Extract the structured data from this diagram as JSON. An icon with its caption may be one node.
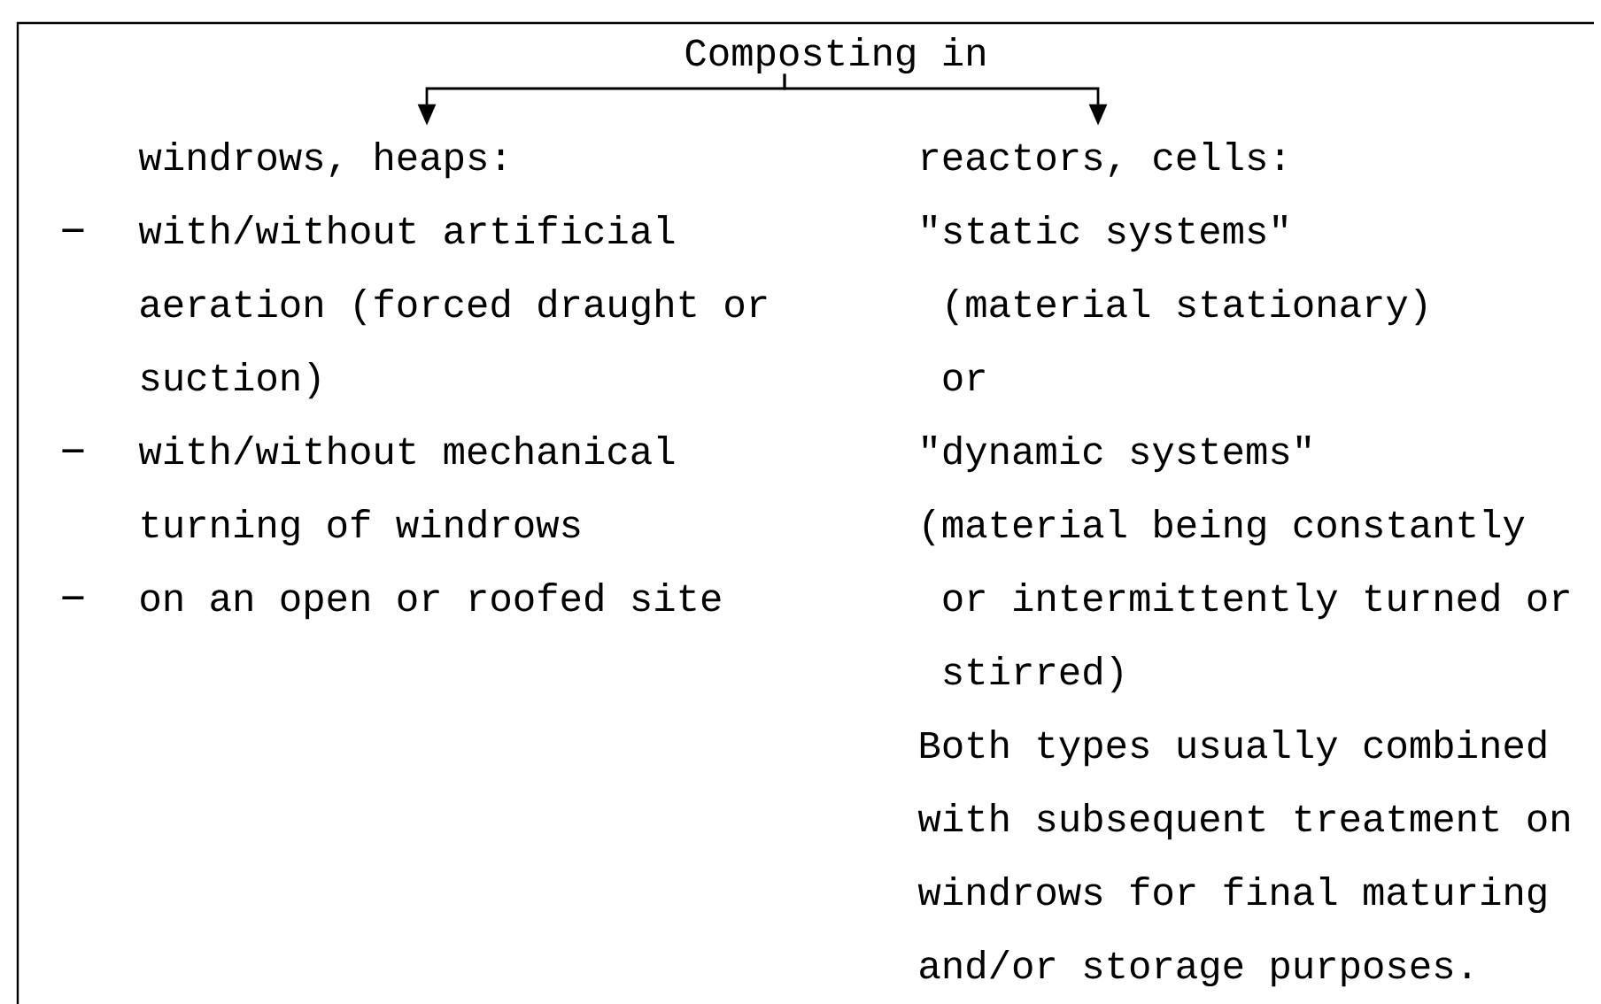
{
  "diagram": {
    "nodes": [
      {
        "text": [
          "Composting in"
        ]
      },
      {
        "text": [
          "windrows, heaps:",
          "with/without artificial aeration (forced draught or suction)",
          "with/without mechanical turning of windrows",
          "on an open or roofed site"
        ]
      },
      {
        "text": [
          "reactors, cells:",
          "\"static systems\"",
          "(material stationary)",
          "or",
          "\"dynamic systems\"",
          "(material being constantly or intermittently turned or stirred)",
          "Both types usually combined with subsequent treatment on windrows for final maturing and/or storage purposes."
        ]
      }
    ],
    "edges": [
      {
        "from": 0,
        "to": 1,
        "arrow": "to"
      },
      {
        "from": 0,
        "to": 2,
        "arrow": "to"
      }
    ]
  }
}
